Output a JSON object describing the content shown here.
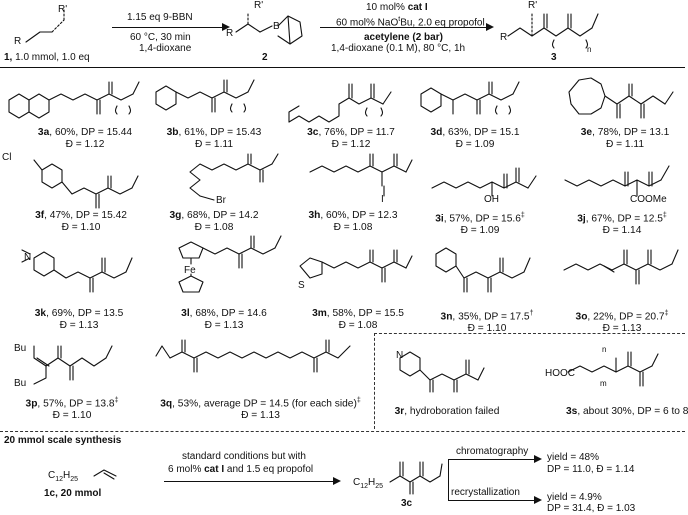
{
  "scheme": {
    "step1_reagent": "1.15 eq 9-BBN",
    "step1_conditions": "60 °C, 30 min",
    "step1_solvent": "1,4-dioxane",
    "step2_catalyst_prefix": "10 mol% ",
    "step2_catalyst": "cat I",
    "step2_base": "60 mol% NaO",
    "step2_base_sup": "t",
    "step2_base_rest": "Bu, 2.0 eq propofol",
    "step2_gas": "acetylene (2 bar)",
    "step2_solvent": "1,4-dioxane (0.1 M), 80 °C, 1h",
    "sm_label": "1,",
    "sm_amount": " 1.0 mmol, 1.0 eq",
    "intermediate_label": "2",
    "product_label": "3",
    "atom_R": "R",
    "atom_Rp": "R'",
    "atom_B": "B"
  },
  "compounds": [
    {
      "id": "3a",
      "yield": "60%",
      "dp": "DP = 15.44",
      "dispersity": "Đ = 1.12",
      "note": ""
    },
    {
      "id": "3b",
      "yield": "61%",
      "dp": "DP = 15.43",
      "dispersity": "Đ = 1.11",
      "note": ""
    },
    {
      "id": "3c",
      "yield": "76%",
      "dp": "DP = 11.7",
      "dispersity": "Đ = 1.12",
      "note": ""
    },
    {
      "id": "3d",
      "yield": "63%",
      "dp": "DP = 15.1",
      "dispersity": "Đ = 1.09",
      "note": ""
    },
    {
      "id": "3e",
      "yield": "78%",
      "dp": "DP = 13.1",
      "dispersity": "Đ = 1.11",
      "note": ""
    },
    {
      "id": "3f",
      "yield": "47%",
      "dp": "DP = 15.42",
      "dispersity": "Đ = 1.10",
      "note": ""
    },
    {
      "id": "3g",
      "yield": "68%",
      "dp": "DP = 14.2",
      "dispersity": "Đ = 1.08",
      "note": ""
    },
    {
      "id": "3h",
      "yield": "60%",
      "dp": "DP = 12.3",
      "dispersity": "Đ = 1.08",
      "note": ""
    },
    {
      "id": "3i",
      "yield": "57%",
      "dp": "DP = 15.6",
      "dispersity": "Đ = 1.09",
      "note": "‡"
    },
    {
      "id": "3j",
      "yield": "67%",
      "dp": "DP = 12.5",
      "dispersity": "Đ = 1.14",
      "note": "‡"
    },
    {
      "id": "3k",
      "yield": "69%",
      "dp": "DP = 13.5",
      "dispersity": "Đ = 1.13",
      "note": ""
    },
    {
      "id": "3l",
      "yield": "68%",
      "dp": "DP = 14.6",
      "dispersity": "Đ = 1.13",
      "note": ""
    },
    {
      "id": "3m",
      "yield": "58%",
      "dp": "DP = 15.5",
      "dispersity": "Đ = 1.08",
      "note": ""
    },
    {
      "id": "3n",
      "yield": "35%",
      "dp": "DP = 17.5",
      "dispersity": "Đ = 1.10",
      "note": "†"
    },
    {
      "id": "3o",
      "yield": "22%",
      "dp": "DP = 20.7",
      "dispersity": "Đ = 1.13",
      "note": "‡"
    },
    {
      "id": "3p",
      "yield": "57%",
      "dp": "DP = 13.8",
      "dispersity": "Đ = 1.10",
      "note": "‡"
    },
    {
      "id": "3q",
      "yield": "53%",
      "dp": "average DP = 14.5 (for each side)",
      "dispersity": "Đ = 1.13",
      "note": "‡"
    }
  ],
  "failed": {
    "id": "3r",
    "text": "hydroboration failed"
  },
  "partial": {
    "id": "3s",
    "text": "about 30%, DP = 6 to 8"
  },
  "atoms": {
    "Cl": "Cl",
    "Br": "Br",
    "I": "I",
    "OH": "OH",
    "COOMe": "COOMe",
    "N": "N",
    "Fe": "Fe",
    "S": "S",
    "Bu": "Bu",
    "HOOC": "HOOC",
    "n": "n",
    "m": "m",
    "C12H25": "C",
    "C12H25_sub": "12",
    "C12H25_h": "H",
    "C12H25_hsub": "25"
  },
  "scale": {
    "title": "20 mmol scale synthesis",
    "cond1": "standard conditions but with",
    "cond2_prefix": "6 mol% ",
    "cond2_cat": "cat I",
    "cond2_rest": " and 1.5 eq propofol",
    "sm": "1c, 20 mmol",
    "product": "3c",
    "route1": "chromatography",
    "route1_yield": "yield = 48%",
    "route1_dp": "DP = 11.0, Đ = 1.14",
    "route2": "recrystallization",
    "route2_yield": "yield = 4.9%",
    "route2_dp": "DP = 31.4, Đ = 1.03"
  }
}
